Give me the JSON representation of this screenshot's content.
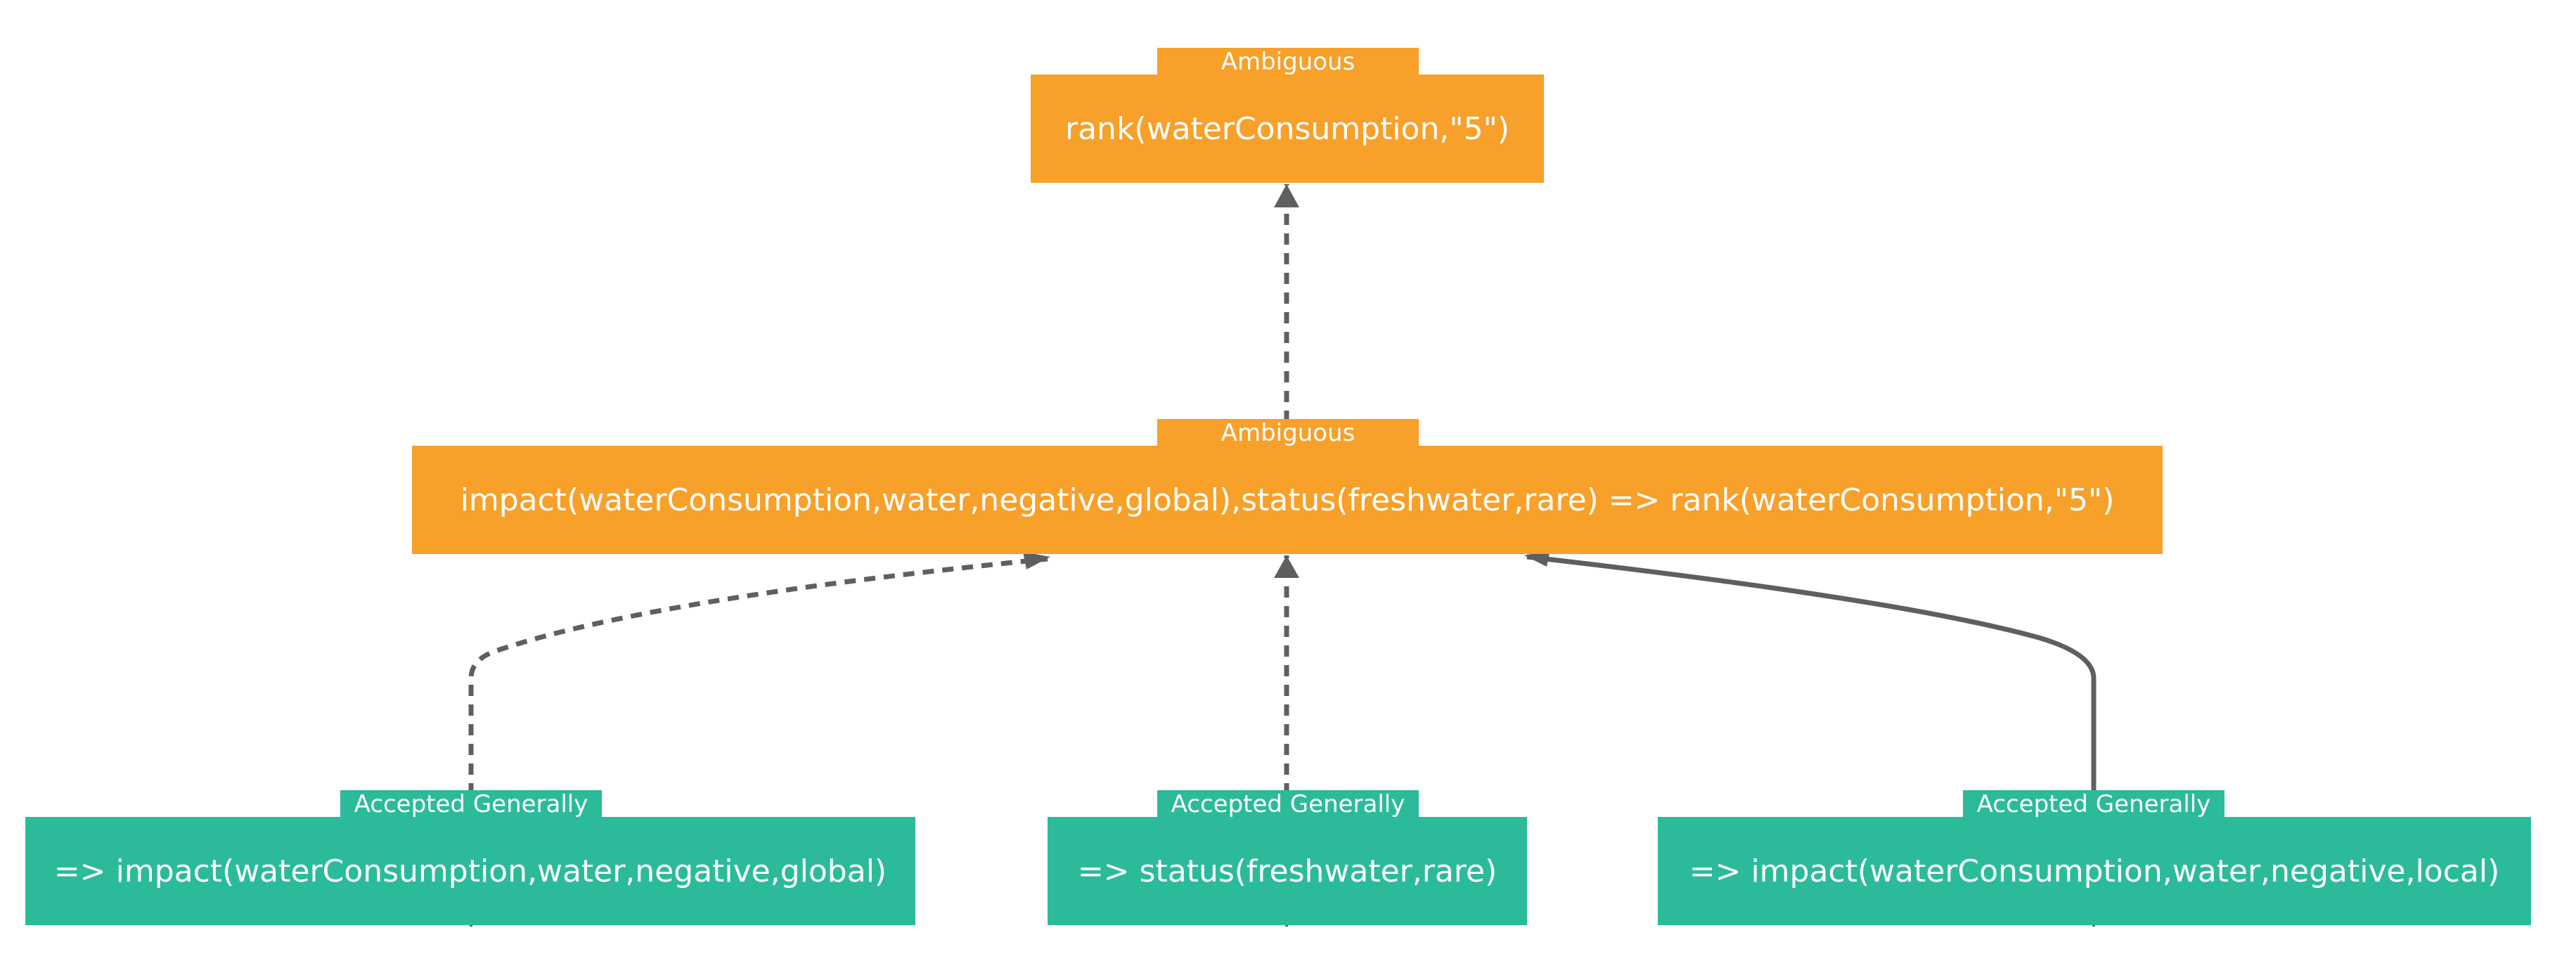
{
  "nodes": {
    "root": {
      "status": "Ambiguous",
      "text": "rank(waterConsumption,\"5\")",
      "color": "#f7a02a"
    },
    "rule": {
      "status": "Ambiguous",
      "text": "impact(waterConsumption,water,negative,global),status(freshwater,rare) => rank(waterConsumption,\"5\")",
      "color": "#f7a02a"
    },
    "premise_global": {
      "status": "Accepted Generally",
      "text": "=> impact(waterConsumption,water,negative,global)",
      "color": "#2bbb9b"
    },
    "premise_status": {
      "status": "Accepted Generally",
      "text": "=> status(freshwater,rare)",
      "color": "#2bbb9b"
    },
    "premise_local": {
      "status": "Accepted Generally",
      "text": "=> impact(waterConsumption,water,negative,local)",
      "color": "#2bbb9b"
    }
  },
  "edges": [
    {
      "from": "rule",
      "to": "root",
      "style": "dashed"
    },
    {
      "from": "premise_global",
      "to": "rule",
      "style": "dashed"
    },
    {
      "from": "premise_status",
      "to": "rule",
      "style": "dashed"
    },
    {
      "from": "premise_local",
      "to": "rule",
      "style": "solid"
    }
  ],
  "edge_color": "#5f5f5f"
}
